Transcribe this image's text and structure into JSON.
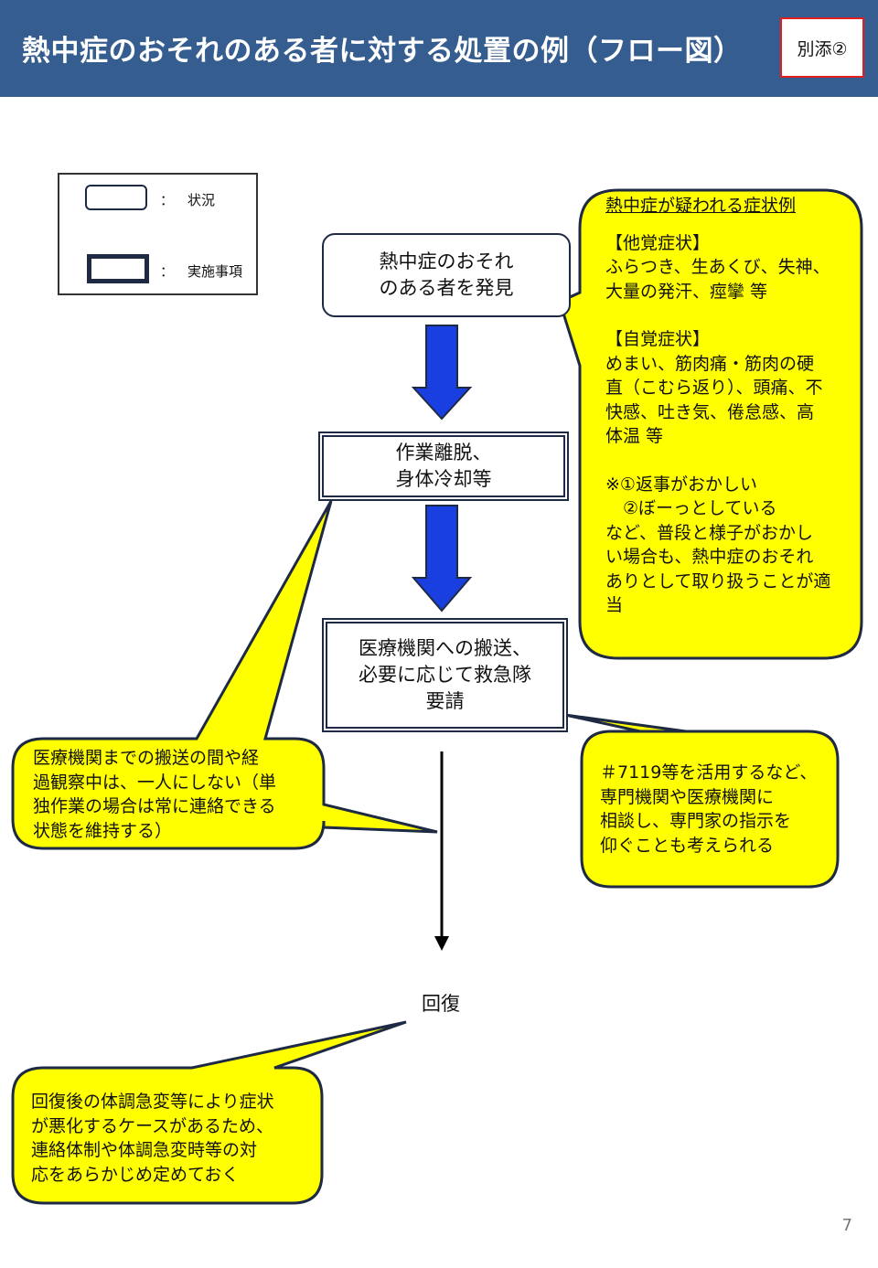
{
  "header": {
    "title": "熱中症のおそれのある者に対する処置の例（フロー図）",
    "attachment_label": "別添②",
    "bg_color": "#355d8f"
  },
  "legend": {
    "items": [
      {
        "colon": "：",
        "label": "状況"
      },
      {
        "colon": "：",
        "label": "実施事項"
      }
    ]
  },
  "flow": {
    "step1": [
      "熱中症のおそれ",
      "のある者を発見"
    ],
    "step2": [
      "作業離脱、",
      "身体冷却等"
    ],
    "step3": [
      "医療機関への搬送、",
      "必要に応じて救急隊",
      "要請"
    ],
    "end": "回復",
    "arrow_color": "#1a3fe0"
  },
  "callouts": {
    "symptoms": {
      "heading": "熱中症が疑われる症状例",
      "lines": [
        "【他覚症状】",
        "ふらつき、生あくび、失神、",
        "大量の発汗、痙攣 等",
        "",
        "【自覚症状】",
        "めまい、筋肉痛・筋肉の硬",
        "直（こむら返り）、頭痛、不",
        "快感、吐き気、倦怠感、高",
        "体温 等",
        "",
        "※①返事がおかしい",
        "　②ぼーっとしている",
        "など、普段と様子がおかし",
        "い場合も、熱中症のおそれ",
        "ありとして取り扱うことが適",
        "当"
      ]
    },
    "alone": {
      "lines": [
        "医療機関までの搬送の間や経",
        "過観察中は、一人にしない（単",
        "独作業の場合は常に連絡できる",
        "状態を維持する）"
      ]
    },
    "consult": {
      "lines": [
        "＃7119等を活用するなど、",
        "専門機関や医療機関に",
        "相談し、専門家の指示を",
        "仰ぐことも考えられる"
      ]
    },
    "after": {
      "lines": [
        "回復後の体調急変等により症状",
        "が悪化するケースがあるため、",
        "連絡体制や体調急変時等の対",
        "応をあらかじめ定めておく"
      ]
    },
    "fill_color": "#ffff00"
  },
  "page_number": "7"
}
